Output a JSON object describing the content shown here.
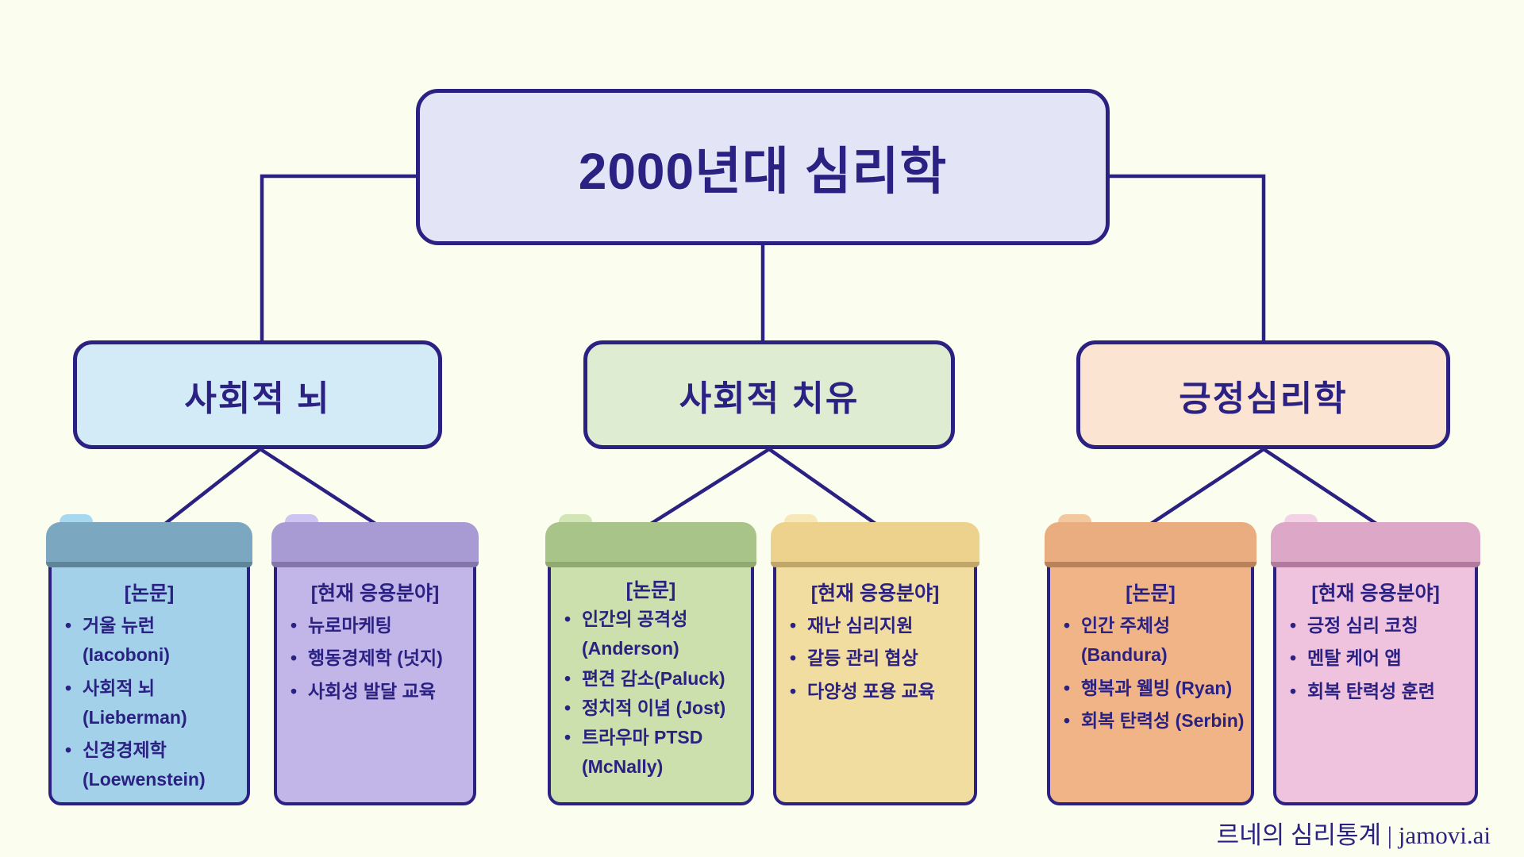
{
  "colors": {
    "page_background": "#fbfeef",
    "line_and_text": "#2b2182",
    "title_fill": "#e3e4f6",
    "branch_fills": [
      "#d3eaf7",
      "#deecd1",
      "#fce4d2"
    ],
    "card_palettes": [
      {
        "strip": "#7ba7c1",
        "strip_edge": "#5e8599",
        "body": "#a2d1e9",
        "tab": "#a6d9ef"
      },
      {
        "strip": "#a89bd3",
        "strip_edge": "#8476aa",
        "body": "#c2b5e7",
        "tab": "#cdc4f1"
      },
      {
        "strip": "#a9c489",
        "strip_edge": "#90a971",
        "body": "#cbe0ac",
        "tab": "#d2e5b5"
      },
      {
        "strip": "#ecd28d",
        "strip_edge": "#c0a668",
        "body": "#f1dd9f",
        "tab": "#f6e8b8"
      },
      {
        "strip": "#eaad7f",
        "strip_edge": "#ba825b",
        "body": "#f0b487",
        "tab": "#f4c89f"
      },
      {
        "strip": "#dda7c7",
        "strip_edge": "#b27b9e",
        "body": "#efc3dd",
        "tab": "#f3d2e6"
      }
    ]
  },
  "root": {
    "title": "2000년대 심리학"
  },
  "branches": [
    {
      "label": "사회적 뇌"
    },
    {
      "label": "사회적 치유"
    },
    {
      "label": "긍정심리학"
    }
  ],
  "cards": [
    {
      "heading": "[논문]",
      "items": [
        "거울 뉴런 (Iacoboni)",
        "사회적 뇌 (Lieberman)",
        "신경경제학 (Loewenstein)"
      ]
    },
    {
      "heading": "[현재 응용분야]",
      "items": [
        "뉴로마케팅",
        "행동경제학 (넛지)",
        "사회성 발달 교육"
      ]
    },
    {
      "heading": "[논문]",
      "items": [
        "인간의 공격성 (Anderson)",
        "편견 감소(Paluck)",
        "정치적 이념 (Jost)",
        "트라우마 PTSD (McNally)"
      ]
    },
    {
      "heading": "[현재 응용분야]",
      "items": [
        "재난 심리지원",
        "갈등 관리 협상",
        "다양성 포용 교육"
      ]
    },
    {
      "heading": "[논문]",
      "items": [
        "인간 주체성 (Bandura)",
        "행복과 웰빙 (Ryan)",
        "회복 탄력성 (Serbin)"
      ]
    },
    {
      "heading": "[현재 응용분야]",
      "items": [
        "긍정 심리 코칭",
        "멘탈 케어 앱",
        "회복 탄력성 훈련"
      ]
    }
  ],
  "footer": {
    "credit": "르네의 심리통계 | jamovi.ai"
  }
}
